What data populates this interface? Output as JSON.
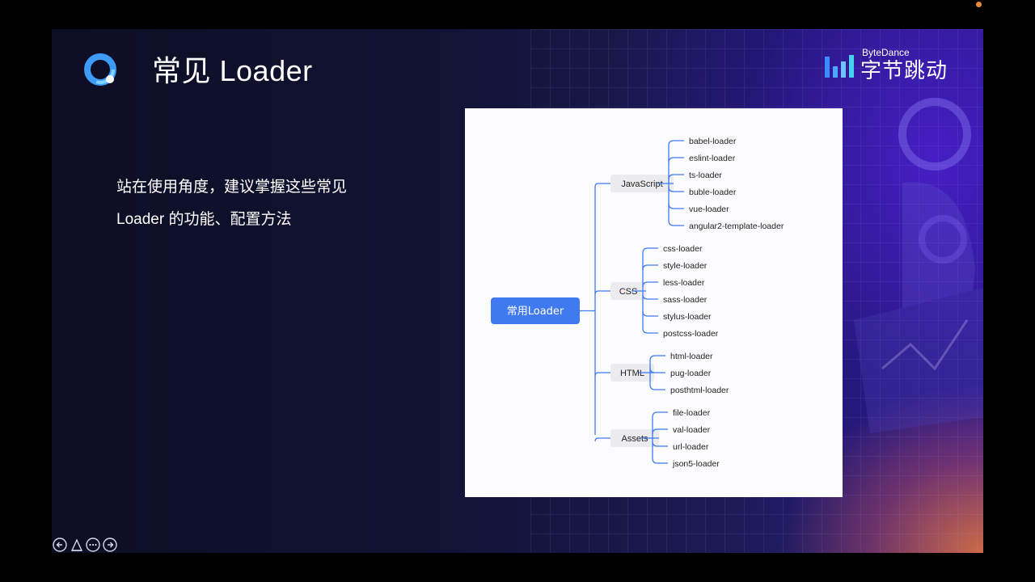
{
  "slide": {
    "title": "常见 Loader",
    "body_line1": "站在使用角度，建议掌握这些常见",
    "body_line2": "Loader 的功能、配置方法"
  },
  "brand": {
    "small_text": "ByteDance",
    "big_text": "字节跳动"
  },
  "diagram": {
    "root": "常用Loader",
    "accent_color": "#3f7af0",
    "groups": [
      {
        "label": "JavaScript",
        "items": [
          "babel-loader",
          "eslint-loader",
          "ts-loader",
          "buble-loader",
          "vue-loader",
          "angular2-template-loader"
        ]
      },
      {
        "label": "CSS",
        "items": [
          "css-loader",
          "style-loader",
          "less-loader",
          "sass-loader",
          "stylus-loader",
          "postcss-loader"
        ]
      },
      {
        "label": "HTML",
        "items": [
          "html-loader",
          "pug-loader",
          "posthtml-loader"
        ]
      },
      {
        "label": "Assets",
        "items": [
          "file-loader",
          "val-loader",
          "url-loader",
          "json5-loader"
        ]
      }
    ]
  },
  "controls": {
    "icons": [
      "prev-arrow-icon",
      "pen-icon",
      "more-icon",
      "next-arrow-icon"
    ]
  }
}
